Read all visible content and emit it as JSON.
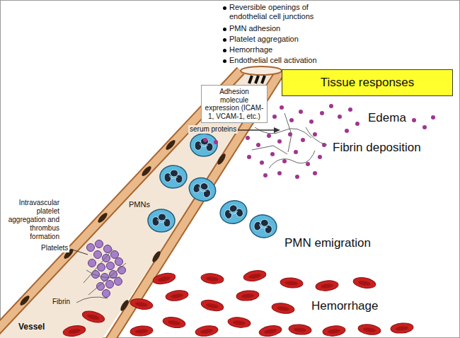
{
  "diagram": {
    "nodes": [
      {
        "text": [
          "Tissue responses"
        ]
      },
      {
        "text": [
          "Adhesion molecule expression (ICAM-1, VCAM-1, etc.)"
        ]
      }
    ],
    "labels": [
      "Reversible openings of endothelial cell junctions",
      "PMN adhesion",
      "Platelet aggregation",
      "Hemorrhage",
      "Endothelial cell activation",
      "serum proteins",
      "Edema",
      "Fibrin deposition",
      "PMNs",
      "PMN emigration",
      "Intravascular platelet aggregation and thrombus formation",
      "Platelets",
      "Fibrin",
      "Hemorrhage",
      "Vessel"
    ]
  }
}
